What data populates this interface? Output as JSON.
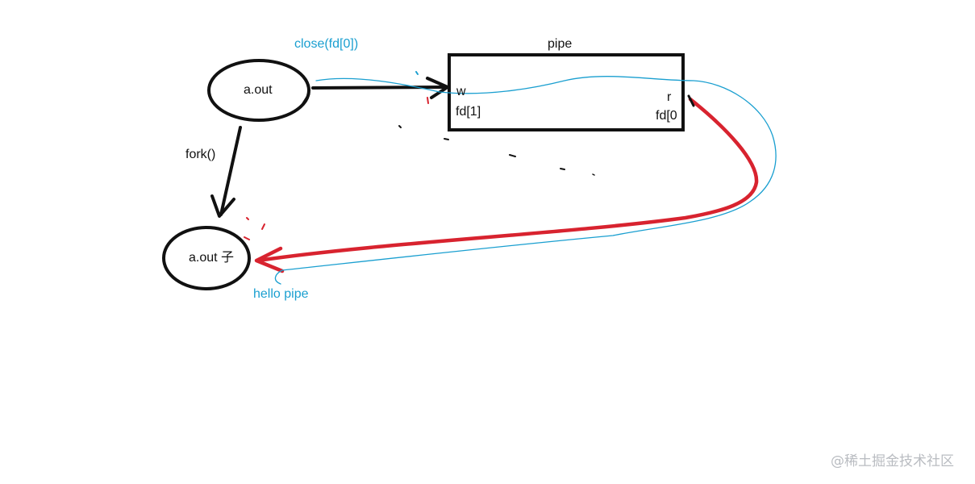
{
  "labels": {
    "parent_process": "a.out",
    "child_process": "a.out 子",
    "fork_call": "fork()",
    "close_call": "close(fd[0])",
    "pipe_title": "pipe",
    "write_end": "w",
    "write_fd": "fd[1]",
    "read_end": "r",
    "read_fd": "fd[0",
    "message": "hello pipe"
  },
  "watermark": "@稀土掘金技术社区",
  "colors": {
    "ink": "#111111",
    "annotation_blue": "#1a9fd0",
    "read_arrow_red": "#d8232f",
    "watermark_gray": "#b9bcc1"
  }
}
